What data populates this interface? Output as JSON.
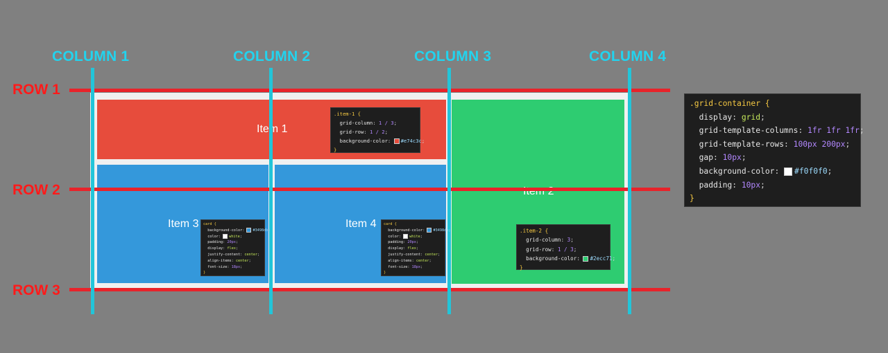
{
  "columns": [
    "COLUMN 1",
    "COLUMN 2",
    "COLUMN 3",
    "COLUMN 4"
  ],
  "rows": [
    "ROW 1",
    "ROW 2",
    "ROW 3"
  ],
  "items": {
    "item1": "Item 1",
    "item2": "Item 2",
    "item3": "Item 3",
    "item4": "Item 4"
  },
  "colors": {
    "item1": "#e74c3c",
    "item2": "#2ecc71",
    "items34": "#3498db",
    "container": "#f0f0f0",
    "row_lines": "#e8232a",
    "column_lines": "#22c5d9"
  },
  "code": {
    "container": {
      "selector": ".grid-container {",
      "lines": [
        {
          "prop": "display",
          "val": "grid"
        },
        {
          "prop": "grid-template-columns",
          "val": "1fr 1fr 1fr"
        },
        {
          "prop": "grid-template-rows",
          "val": "100px 200px"
        },
        {
          "prop": "gap",
          "val": "10px"
        },
        {
          "prop": "background-color",
          "val": "#f0f0f0",
          "swatch": "#ffffff"
        },
        {
          "prop": "padding",
          "val": "10px"
        }
      ],
      "close": "}"
    },
    "item1": {
      "selector": ".item-1 {",
      "lines": [
        {
          "prop": "grid-column",
          "val": "1 / 3"
        },
        {
          "prop": "grid-row",
          "val": "1 / 2"
        },
        {
          "prop": "background-color",
          "val": "#e74c3c",
          "swatch": "#e74c3c"
        }
      ],
      "close": "}"
    },
    "item2": {
      "selector": ".item-2 {",
      "lines": [
        {
          "prop": "grid-column",
          "val": "3"
        },
        {
          "prop": "grid-row",
          "val": "1 / 3"
        },
        {
          "prop": "background-color",
          "val": "#2ecc71",
          "swatch": "#2ecc71"
        }
      ],
      "close": "}"
    },
    "card": {
      "selector": "card {",
      "lines": [
        {
          "prop": "background-color",
          "val": "#3498db",
          "swatch": "#3498db"
        },
        {
          "prop": "color",
          "val": "white",
          "swatch": "#ffffff"
        },
        {
          "prop": "padding",
          "val": "20px"
        },
        {
          "prop": "display",
          "val": "flex"
        },
        {
          "prop": "justify-content",
          "val": "center"
        },
        {
          "prop": "align-items",
          "val": "center"
        },
        {
          "prop": "font-size",
          "val": "18px"
        }
      ],
      "close": "}"
    }
  }
}
